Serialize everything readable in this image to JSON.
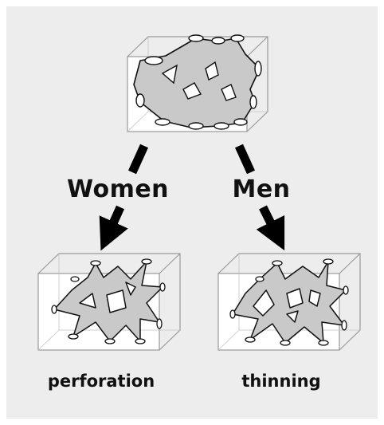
{
  "labels": {
    "women": "Women",
    "men": "Men",
    "perforation": "perforation",
    "thinning": "thinning"
  },
  "colors": {
    "background": "#ededed",
    "cube_face": "#ffffff",
    "cube_edge": "#9a9a9a",
    "trabecula_fill": "#c9c9c9",
    "trabecula_stroke": "#111111",
    "arrow": "#000000"
  }
}
